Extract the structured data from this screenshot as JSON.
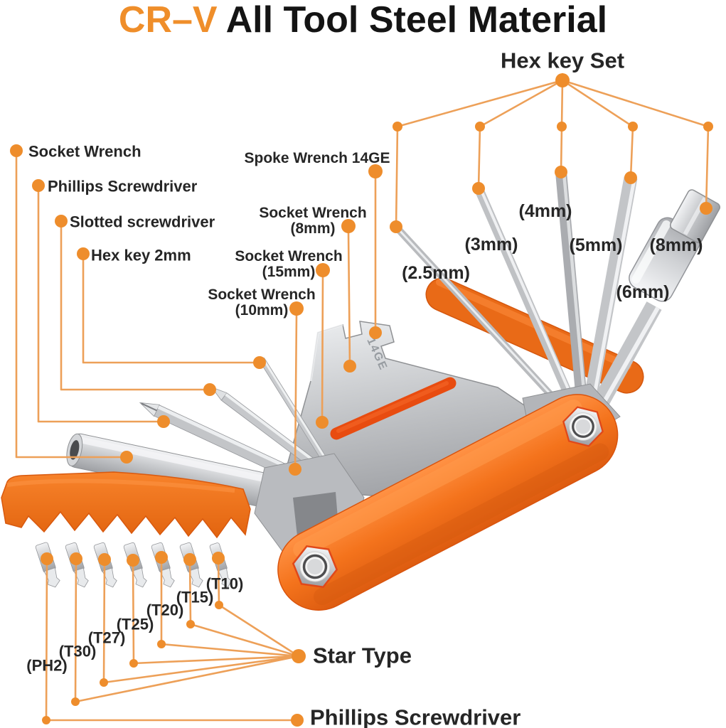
{
  "title": {
    "brand": "CR–V",
    "rest": "All Tool Steel Material",
    "brand_color": "#ef8e2a",
    "text_color": "#141414"
  },
  "accent": {
    "callout_line_color": "#eda058",
    "callout_dot_color": "#ee8d2c",
    "handle_orange": "#f4731c",
    "slot_red_orange": "#e84c10",
    "steel_gray": "#c6c8cb"
  },
  "labels": {
    "hex_key_set": "Hex key Set",
    "socket_wrench": "Socket Wrench",
    "phillips_screwdriver": "Phillips Screwdriver",
    "slotted_screwdriver": "Slotted screwdriver",
    "hex_key_2mm": "Hex key 2mm",
    "spoke_wrench": "Spoke Wrench 14GE",
    "socket_wrench_8": {
      "line1": "Socket Wrench",
      "line2": "(8mm)"
    },
    "socket_wrench_15": {
      "line1": "Socket Wrench",
      "line2": "(15mm)"
    },
    "socket_wrench_10": {
      "line1": "Socket Wrench",
      "line2": "(10mm)"
    },
    "hex_sizes": {
      "s2_5": "(2.5mm)",
      "s3": "(3mm)",
      "s4": "(4mm)",
      "s5": "(5mm)",
      "s6": "(6mm)",
      "s8": "(8mm)"
    },
    "star_bits": {
      "t10": "(T10)",
      "t15": "(T15)",
      "t20": "(T20)",
      "t25": "(T25)",
      "t27": "(T27)",
      "t30": "(T30)",
      "ph2": "(PH2)"
    },
    "star_type": "Star Type",
    "phillips_screwdriver_bottom": "Phillips Screwdriver"
  },
  "markings": {
    "plate_engraving": "14GE"
  }
}
